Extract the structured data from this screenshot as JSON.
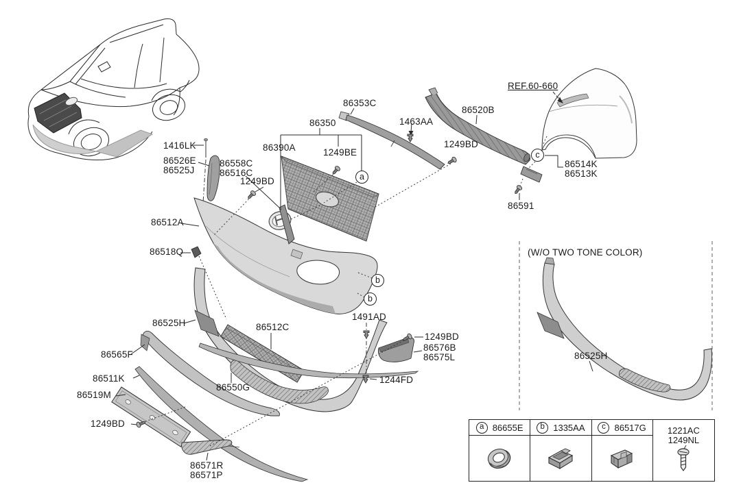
{
  "labels": {
    "l_1416lk": "1416LK",
    "l_86526e": "86526E",
    "l_86525j": "86525J",
    "l_86558c": "86558C",
    "l_86516c": "86516C",
    "l_1249bd_1": "1249BD",
    "l_86512a": "86512A",
    "l_86518q": "86518Q",
    "l_86390a": "86390A",
    "l_86350": "86350",
    "l_1249be": "1249BE",
    "l_86353c": "86353C",
    "l_1463aa": "1463AA",
    "l_1249bd_2": "1249BD",
    "l_86520b": "86520B",
    "l_ref": "REF.60-660",
    "l_86514k": "86514K",
    "l_86513k": "86513K",
    "l_86591": "86591",
    "l_86525h": "86525H",
    "l_86512c": "86512C",
    "l_86565f": "86565F",
    "l_86511k": "86511K",
    "l_86519m": "86519M",
    "l_1249bd_3": "1249BD",
    "l_86550g": "86550G",
    "l_1491ad": "1491AD",
    "l_1249bd_4": "1249BD",
    "l_86576b": "86576B",
    "l_86575l": "86575L",
    "l_1244fd": "1244FD",
    "l_86571r": "86571R",
    "l_86571p": "86571P",
    "l_wo_two_tone": "(W/O TWO TONE COLOR)",
    "l_86525h_2": "86525H"
  },
  "callouts": {
    "a": "a",
    "b": "b",
    "c": "c"
  },
  "legend": {
    "items": [
      {
        "letter": "a",
        "part": "86655E"
      },
      {
        "letter": "b",
        "part": "1335AA"
      },
      {
        "letter": "c",
        "part": "86517G"
      }
    ],
    "fastener_line1": "1221AC",
    "fastener_line2": "1249NL"
  },
  "colors": {
    "line": "#2a2a2a",
    "part_mid": "#b5b5b5",
    "part_dark": "#8d8d8d",
    "part_light": "#d6d6d6"
  }
}
